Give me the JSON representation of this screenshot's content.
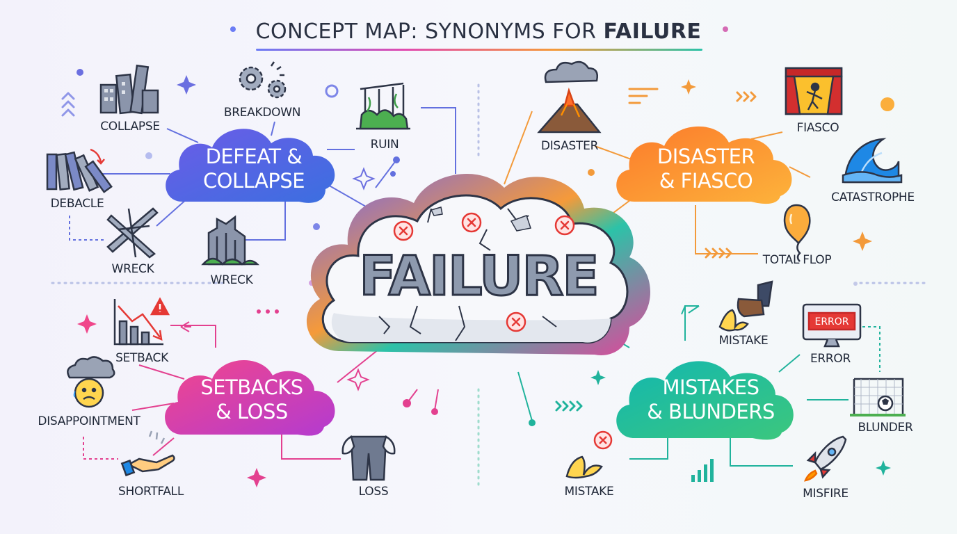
{
  "title": {
    "prefix": "CONCEPT MAP: SYNONYMS FOR ",
    "emphasis": "FAILURE"
  },
  "center": {
    "label": "FAILURE"
  },
  "clusters": [
    {
      "name": "defeat-collapse",
      "line1": "DEFEAT &",
      "line2": "COLLAPSE",
      "color": "#5b63e3",
      "leaves": [
        "COLLAPSE",
        "BREAKDOWN",
        "RUIN",
        "DEBACLE",
        "WRECK",
        "WRECK"
      ]
    },
    {
      "name": "disaster-fiasco",
      "line1": "DISASTER",
      "line2": "& FIASCO",
      "color": "#f7922d",
      "leaves": [
        "DISASTER",
        "FIASCO",
        "CATASTROPHE",
        "TOTAL FLOP"
      ]
    },
    {
      "name": "setbacks-loss",
      "line1": "SETBACKS",
      "line2": "& LOSS",
      "color": "#e23d8f",
      "leaves": [
        "SETBACK",
        "DISAPPOINTMENT",
        "SHORTFALL",
        "LOSS"
      ]
    },
    {
      "name": "mistakes-blunders",
      "line1": "MISTAKES",
      "line2": "& BLUNDERS",
      "color": "#1fb39e",
      "leaves": [
        "MISTAKE",
        "ERROR",
        "BLUNDER",
        "MISTAKE",
        "MISFIRE"
      ]
    }
  ],
  "icons": {
    "collapse": "collapsing-buildings-icon",
    "breakdown": "gears-icon",
    "ruin": "ruins-icon",
    "debacle": "falling-books-icon",
    "wreck": "broken-sticks-icon",
    "wreck2": "ruined-building-icon",
    "disaster": "volcano-icon",
    "fiasco": "theater-stage-icon",
    "catastrophe": "wave-icon",
    "total_flop": "balloon-icon",
    "setback": "declining-chart-icon",
    "disappointment": "sad-cloud-icon",
    "shortfall": "empty-hand-icon",
    "loss": "empty-pockets-icon",
    "mistake": "banana-peel-slip-icon",
    "error": "error-monitor-icon",
    "error_text": "ERROR",
    "blunder": "soccer-goal-icon",
    "mistake2": "banana-peel-icon",
    "misfire": "rocket-icon"
  }
}
